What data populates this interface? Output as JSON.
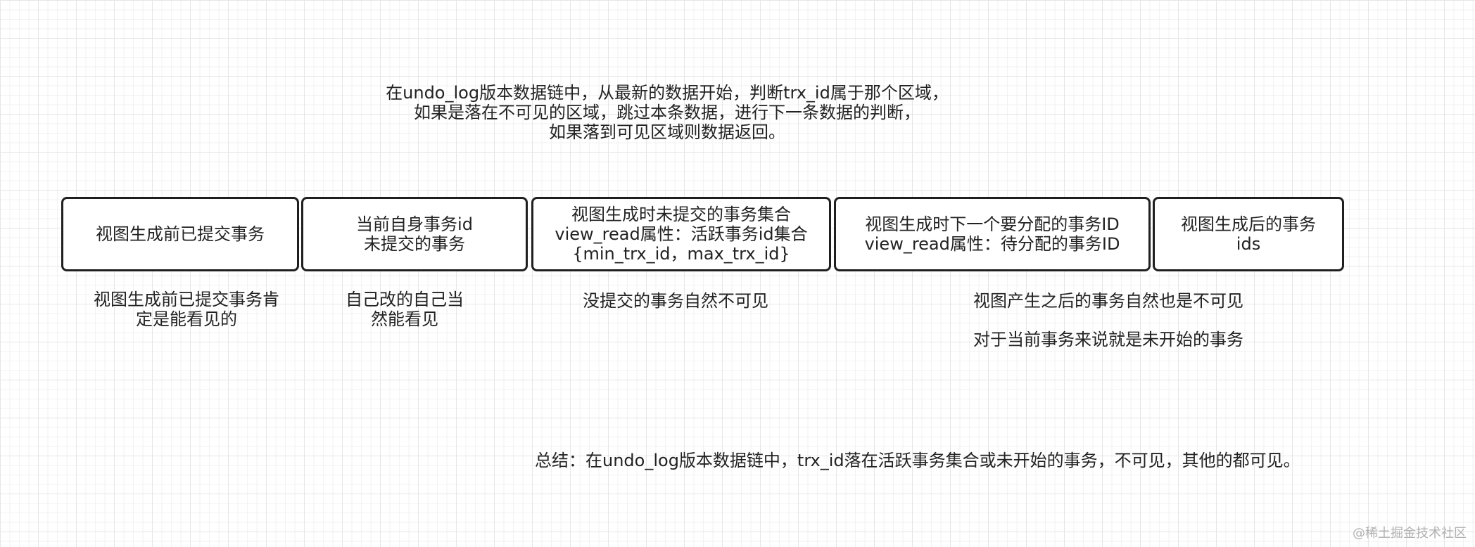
{
  "intro": {
    "line1": "在undo_log版本数据链中，从最新的数据开始，判断trx_id属于那个区域，",
    "line2": "如果是落在不可见的区域，跳过本条数据，进行下一条数据的判断，",
    "line3": "如果落到可见区域则数据返回。"
  },
  "boxes": [
    {
      "lines": [
        "视图生成前已提交事务"
      ]
    },
    {
      "lines": [
        "当前自身事务id",
        "未提交的事务"
      ]
    },
    {
      "lines": [
        "视图生成时未提交的事务集合",
        "view_read属性：活跃事务id集合",
        "{min_trx_id，max_trx_id}"
      ]
    },
    {
      "lines": [
        "视图生成时下一个要分配的事务ID",
        "view_read属性：待分配的事务ID"
      ]
    },
    {
      "lines": [
        "视图生成后的事务",
        "ids"
      ]
    }
  ],
  "notes": {
    "committed": [
      "视图生成前已提交事务肯",
      "定是能看见的"
    ],
    "self": [
      "自己改的自己当",
      "然能看见"
    ],
    "uncommitted": "没提交的事务自然不可见",
    "after_line1": "视图产生之后的事务自然也是不可见",
    "after_line2": "对于当前事务来说就是未开始的事务"
  },
  "summary": "总结：在undo_log版本数据链中，trx_id落在活跃事务集合或未开始的事务，不可见，其他的都可见。",
  "watermark": "@稀土掘金技术社区"
}
